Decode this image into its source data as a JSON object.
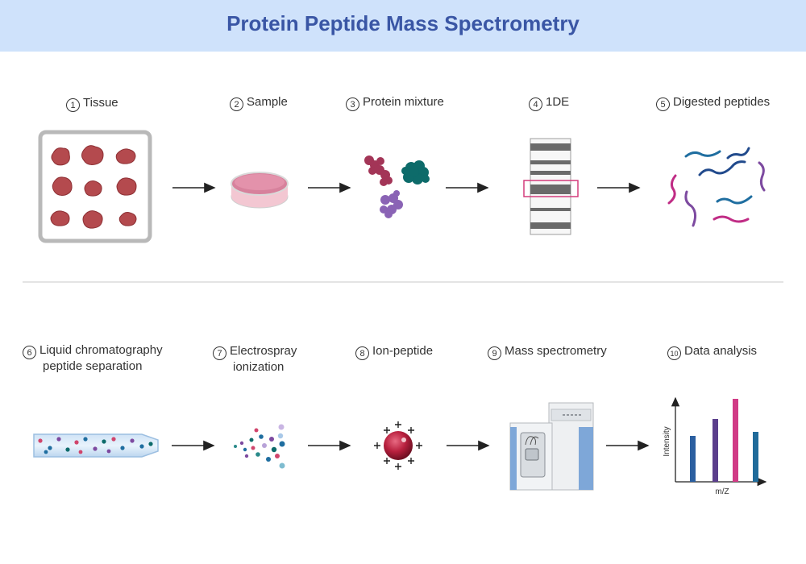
{
  "title": "Protein Peptide Mass Spectrometry",
  "steps": [
    {
      "num": "1",
      "label": "Tissue"
    },
    {
      "num": "2",
      "label": "Sample"
    },
    {
      "num": "3",
      "label": "Protein mixture"
    },
    {
      "num": "4",
      "label": "1DE"
    },
    {
      "num": "5",
      "label": "Digested peptides"
    },
    {
      "num": "6",
      "label_line1": "Liquid chromatography",
      "label_line2": "peptide separation"
    },
    {
      "num": "7",
      "label_line1": "Electrospray",
      "label_line2": "ionization"
    },
    {
      "num": "8",
      "label": "Ion-peptide"
    },
    {
      "num": "9",
      "label": "Mass spectrometry"
    },
    {
      "num": "10",
      "label": "Data analysis"
    }
  ],
  "chart": {
    "ylabel": "Intensity",
    "xlabel": "m/Z",
    "colors": [
      "#2b5fa0",
      "#5b3f8c",
      "#d13b86",
      "#206b9a"
    ]
  },
  "colors": {
    "header_bg": "#cfe2fb",
    "title": "#3a56a5",
    "highlight": "#d43c7c"
  }
}
